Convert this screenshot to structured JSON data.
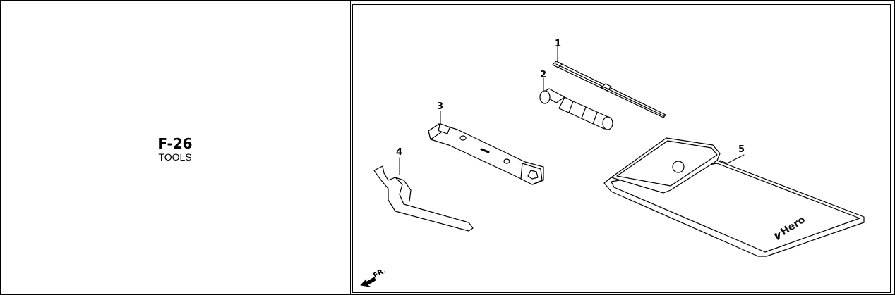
{
  "page": {
    "code": "F-26",
    "name": "TOOLS"
  },
  "diagram": {
    "parts": [
      {
        "ref": "1"
      },
      {
        "ref": "2"
      },
      {
        "ref": "3"
      },
      {
        "ref": "4"
      },
      {
        "ref": "5"
      }
    ],
    "brand_text": "Hero",
    "direction_label": "FR."
  }
}
